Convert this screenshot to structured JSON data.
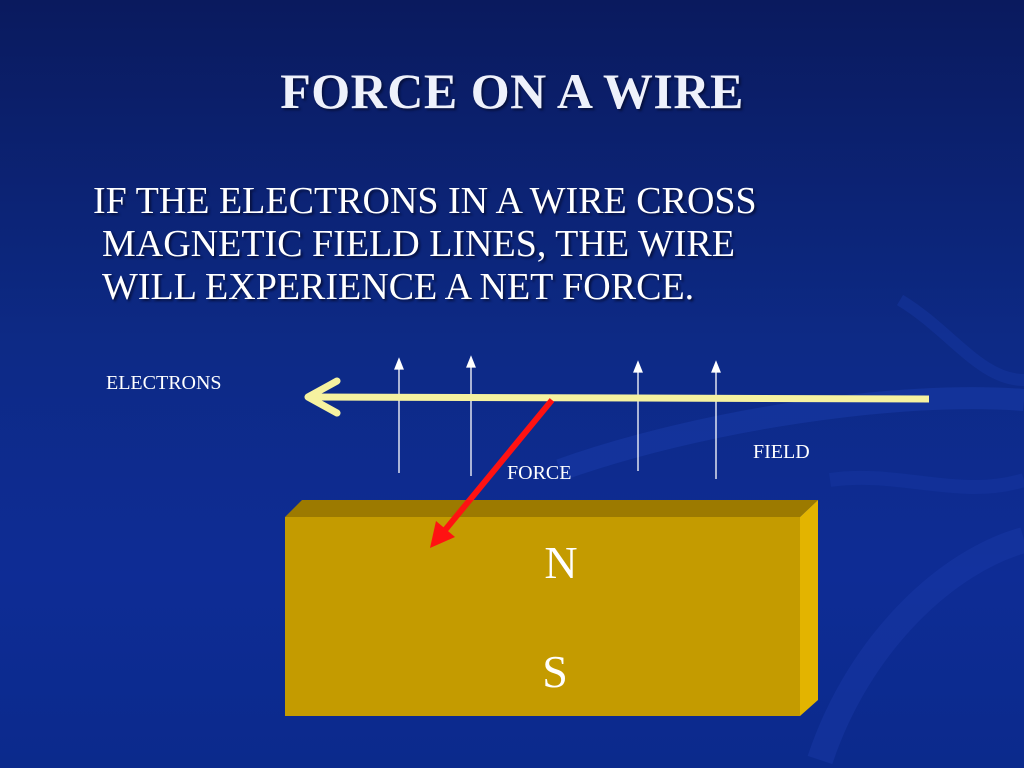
{
  "slide": {
    "title": "FORCE ON A WIRE",
    "bullet_lines": [
      "IF THE ELECTRONS IN A WIRE CROSS",
      "MAGNETIC FIELD LINES, THE WIRE",
      "WILL EXPERIENCE A NET FORCE."
    ]
  },
  "diagram": {
    "electrons_label": "ELECTRONS",
    "field_label": "FIELD",
    "force_label": "FORCE",
    "magnet_north": "N",
    "magnet_south": "S",
    "colors": {
      "wire": "#f6f2a0",
      "force": "#ff1212",
      "field": "#ffffff",
      "magnet_front": "#c49b00",
      "magnet_top": "#9c7a00",
      "magnet_side": "#e3b400"
    }
  }
}
